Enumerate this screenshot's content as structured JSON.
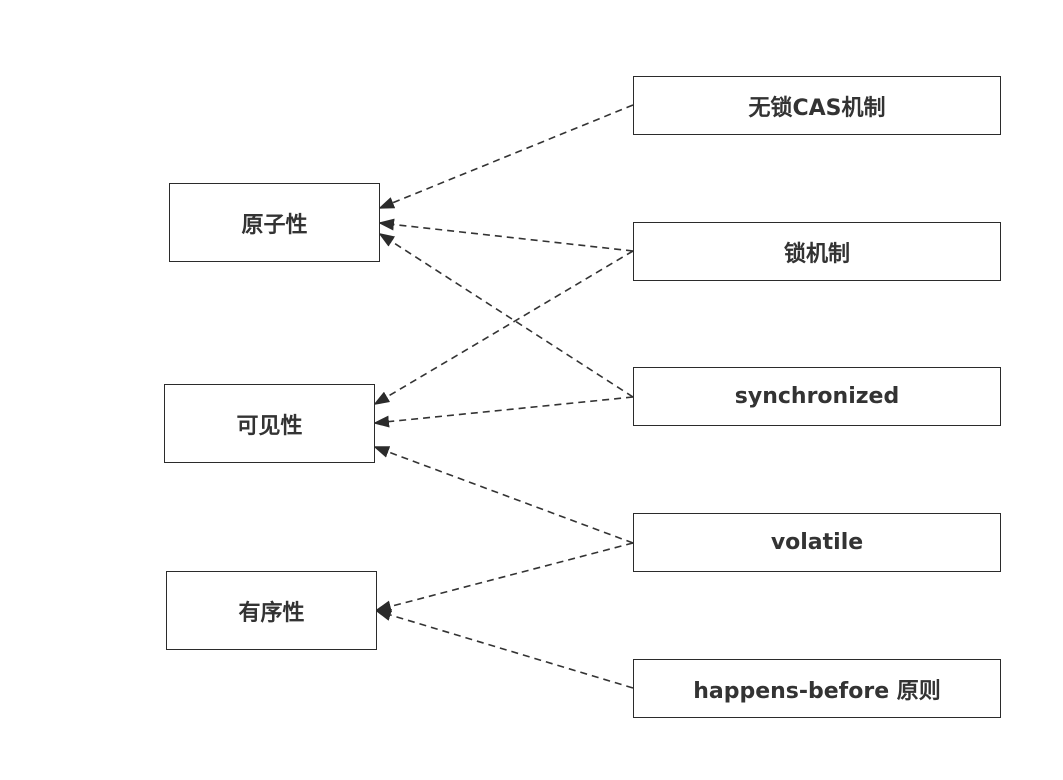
{
  "nodes": {
    "atomicity": {
      "label": "原子性"
    },
    "visibility": {
      "label": "可见性"
    },
    "ordering": {
      "label": "有序性"
    },
    "cas": {
      "label": "无锁CAS机制"
    },
    "lock": {
      "label": "锁机制"
    },
    "synchronized": {
      "label": "synchronized"
    },
    "volatile": {
      "label": "volatile"
    },
    "happens_before": {
      "label": "happens-before 原则"
    }
  },
  "edges": [
    {
      "from": "cas",
      "to": "atomicity"
    },
    {
      "from": "lock",
      "to": "atomicity"
    },
    {
      "from": "synchronized",
      "to": "atomicity"
    },
    {
      "from": "lock",
      "to": "visibility"
    },
    {
      "from": "synchronized",
      "to": "visibility"
    },
    {
      "from": "volatile",
      "to": "visibility"
    },
    {
      "from": "volatile",
      "to": "ordering"
    },
    {
      "from": "happens_before",
      "to": "ordering"
    }
  ],
  "style": {
    "stroke_color": "#333333",
    "border_color": "#2b2b2b",
    "text_color": "#333333",
    "background": "#ffffff"
  }
}
